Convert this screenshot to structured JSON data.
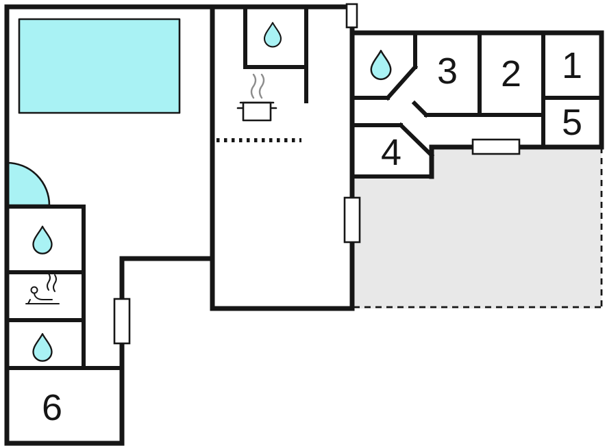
{
  "colors": {
    "water": "#a9f2f4",
    "terrace": "#e8e8e8",
    "wall": "#161616",
    "background": "#ffffff"
  },
  "rooms": {
    "r1": "1",
    "r2": "2",
    "r3": "3",
    "r4": "4",
    "r5": "5",
    "r6": "6"
  },
  "icons": {
    "water_drop": "water-drop-icon",
    "stove": "stove-steam-icon",
    "sauna": "sauna-icon",
    "door": "door-swing-icon",
    "window": "window-icon",
    "pool": "pool",
    "counter": "counter-dotted-line"
  }
}
